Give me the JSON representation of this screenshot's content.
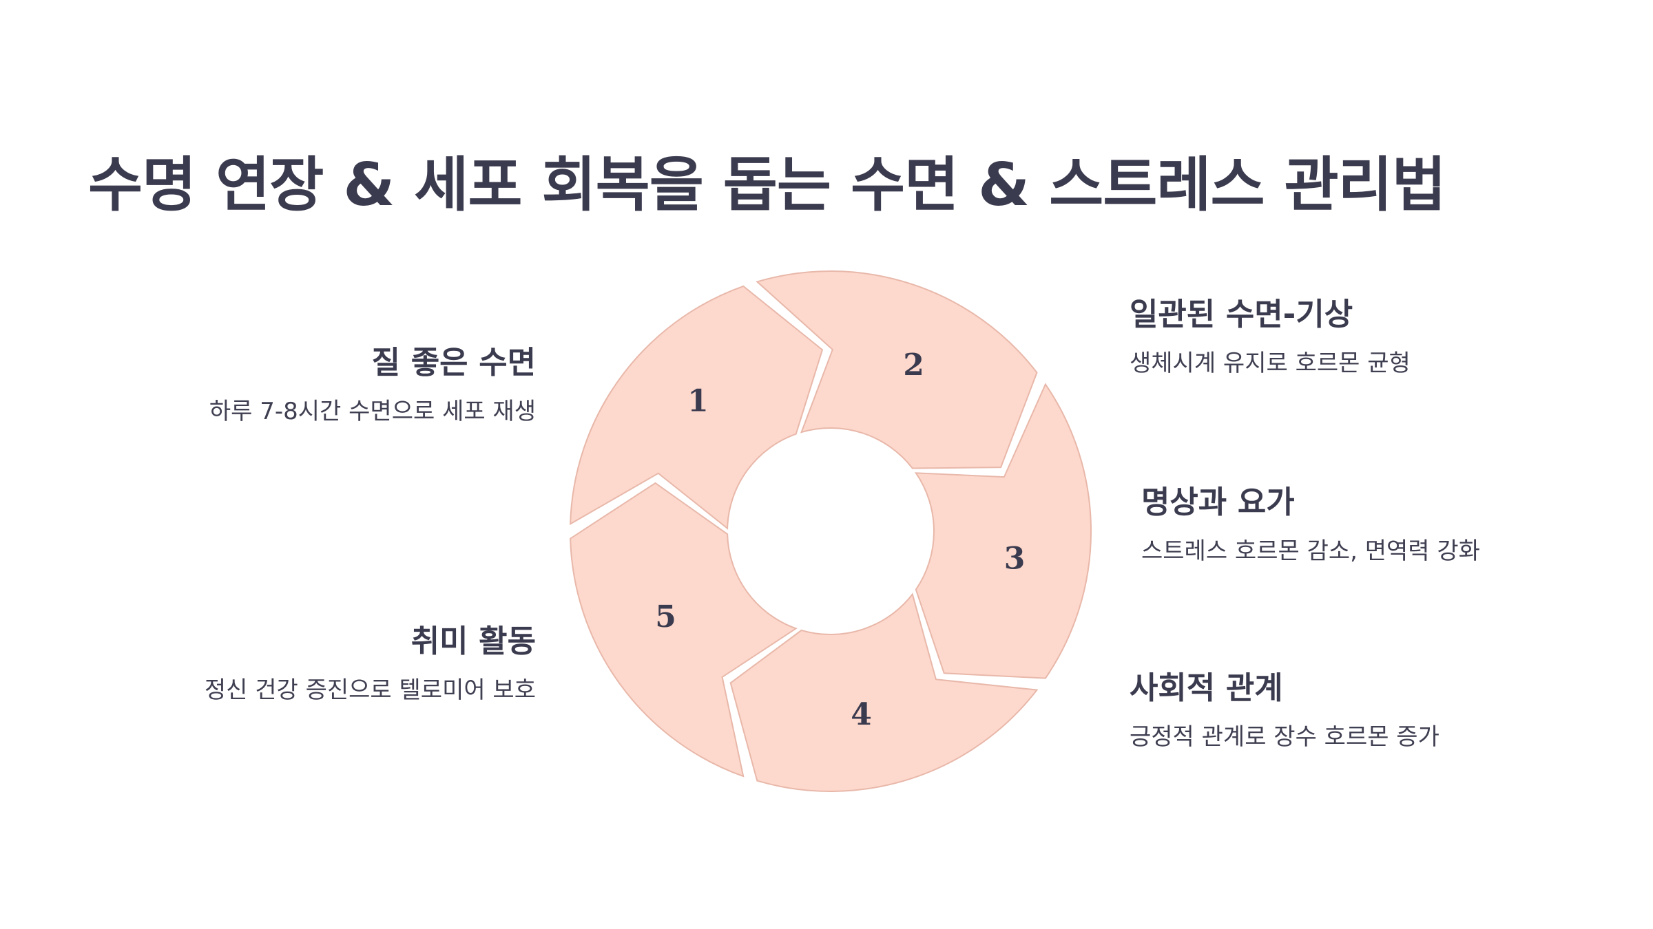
{
  "title": "수명 연장 & 세포 회복을 돕는 수면 & 스트레스 관리법",
  "colors": {
    "segment_fill": "#fdd8cc",
    "segment_stroke": "#e8b8aa",
    "text": "#3b3b4f",
    "background": "#ffffff"
  },
  "steps": [
    {
      "number": "1",
      "title": "질 좋은 수면",
      "description": "하루 7-8시간 수면으로 세포 재생"
    },
    {
      "number": "2",
      "title": "일관된 수면-기상",
      "description": "생체시계 유지로 호르몬 균형"
    },
    {
      "number": "3",
      "title": "명상과 요가",
      "description": "스트레스 호르몬 감소, 면역력 강화"
    },
    {
      "number": "4",
      "title": "사회적 관계",
      "description": "긍정적 관계로 장수 호르몬 증가"
    },
    {
      "number": "5",
      "title": "취미 활동",
      "description": "정신 건강 증진으로 텔로미어 보호"
    }
  ]
}
